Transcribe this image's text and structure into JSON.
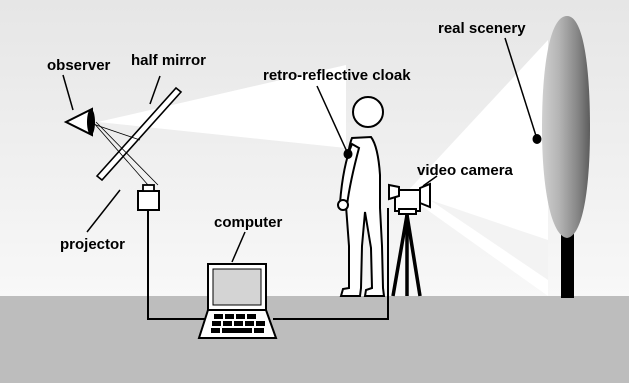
{
  "labels": {
    "observer": "observer",
    "half_mirror": "half mirror",
    "retro_reflective_cloak": "retro-reflective cloak",
    "real_scenery": "real scenery",
    "video_camera": "video camera",
    "computer": "computer",
    "projector": "projector"
  },
  "colors": {
    "background_top": "#e9e9e9",
    "background_bottom": "#f7f7f7",
    "floor": "#bdbdbd",
    "light_beam": "#ffffff",
    "screen_fill": "#d4d4d4",
    "scenery_light": "#c2c2c2",
    "scenery_dark": "#6f6f6f",
    "outline": "#000000"
  }
}
